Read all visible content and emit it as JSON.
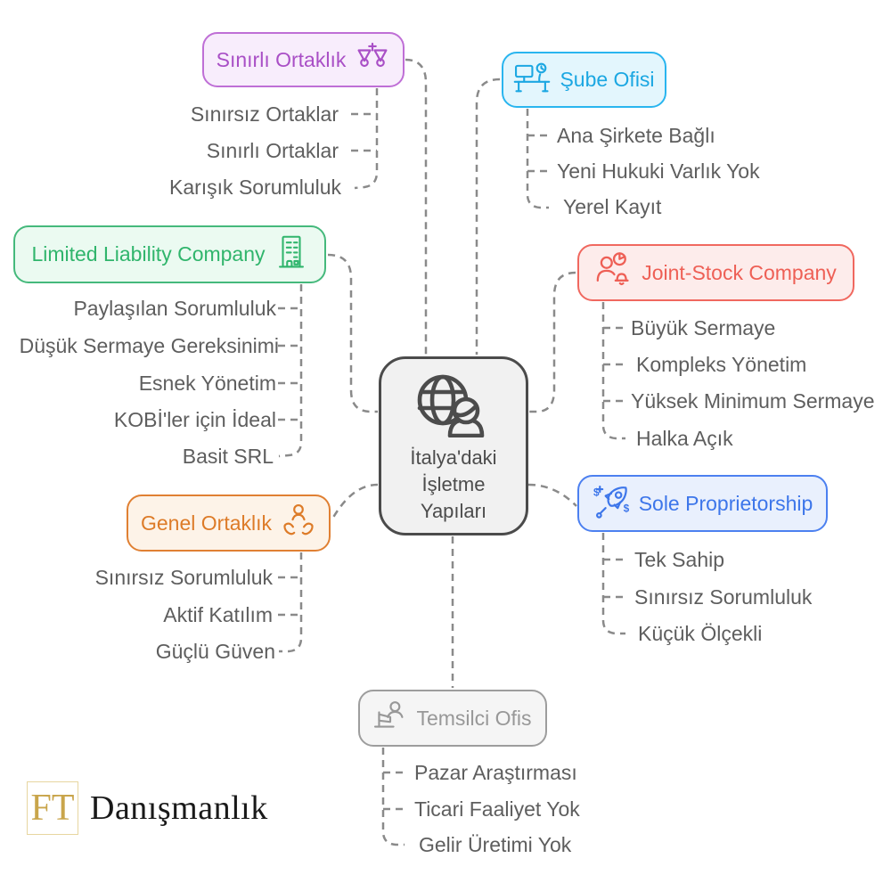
{
  "center": {
    "label": "İtalya'daki İşletme Yapıları",
    "lines": [
      "İtalya'daki",
      "İşletme",
      "Yapıları"
    ],
    "icon": "globe-user-icon",
    "border_color": "#4b4b4b",
    "background": "#f1f1f1"
  },
  "branches": [
    {
      "label": "Sınırlı Ortaklık",
      "icon": "scales-icon",
      "accent": "#bf6fd6",
      "background": "#f8edfc",
      "children": [
        "Sınırsız Ortaklar",
        "Sınırlı Ortaklar",
        "Karışık Sorumluluk"
      ]
    },
    {
      "label": "Şube Ofisi",
      "icon": "desk-icon",
      "accent": "#29b5ef",
      "background": "#e3f6fd",
      "children": [
        "Ana Şirkete Bağlı",
        "Yeni Hukuki Varlık Yok",
        "Yerel Kayıt"
      ]
    },
    {
      "label": "Limited Liability Company",
      "icon": "office-building-icon",
      "accent": "#45b97c",
      "background": "#ebfaf1",
      "children": [
        "Paylaşılan Sorumluluk",
        "Düşük Sermaye Gereksinimi",
        "Esnek Yönetim",
        "KOBİ'ler için İdeal",
        "Basit SRL"
      ]
    },
    {
      "label": "Joint-Stock Company",
      "icon": "person-chart-bell-icon",
      "accent": "#f0685f",
      "background": "#fdeceb",
      "children": [
        "Büyük Sermaye",
        "Kompleks Yönetim",
        "Yüksek Minimum Sermaye",
        "Halka Açık"
      ]
    },
    {
      "label": "Genel Ortaklık",
      "icon": "hands-person-icon",
      "accent": "#e08033",
      "background": "#fdf3e8",
      "children": [
        "Sınırsız Sorumluluk",
        "Aktif Katılım",
        "Güçlü Güven"
      ]
    },
    {
      "label": "Sole Proprietorship",
      "icon": "rocket-money-icon",
      "accent": "#4c80f0",
      "background": "#e9f0fd",
      "children": [
        "Tek Sahip",
        "Sınırsız Sorumluluk",
        "Küçük Ölçekli"
      ]
    },
    {
      "label": "Temsilci Ofis",
      "icon": "person-flag-icon",
      "accent": "#9d9d9d",
      "background": "#f5f5f5",
      "children": [
        "Pazar Araştırması",
        "Ticari Faaliyet Yok",
        "Gelir Üretimi Yok"
      ]
    }
  ],
  "colors": {
    "connector": "#8a8a8a",
    "child_text": "#5e5e5e",
    "logo_gold": "#c9a54b"
  },
  "logo": {
    "mark": "FT",
    "name": "Danışmanlık"
  }
}
